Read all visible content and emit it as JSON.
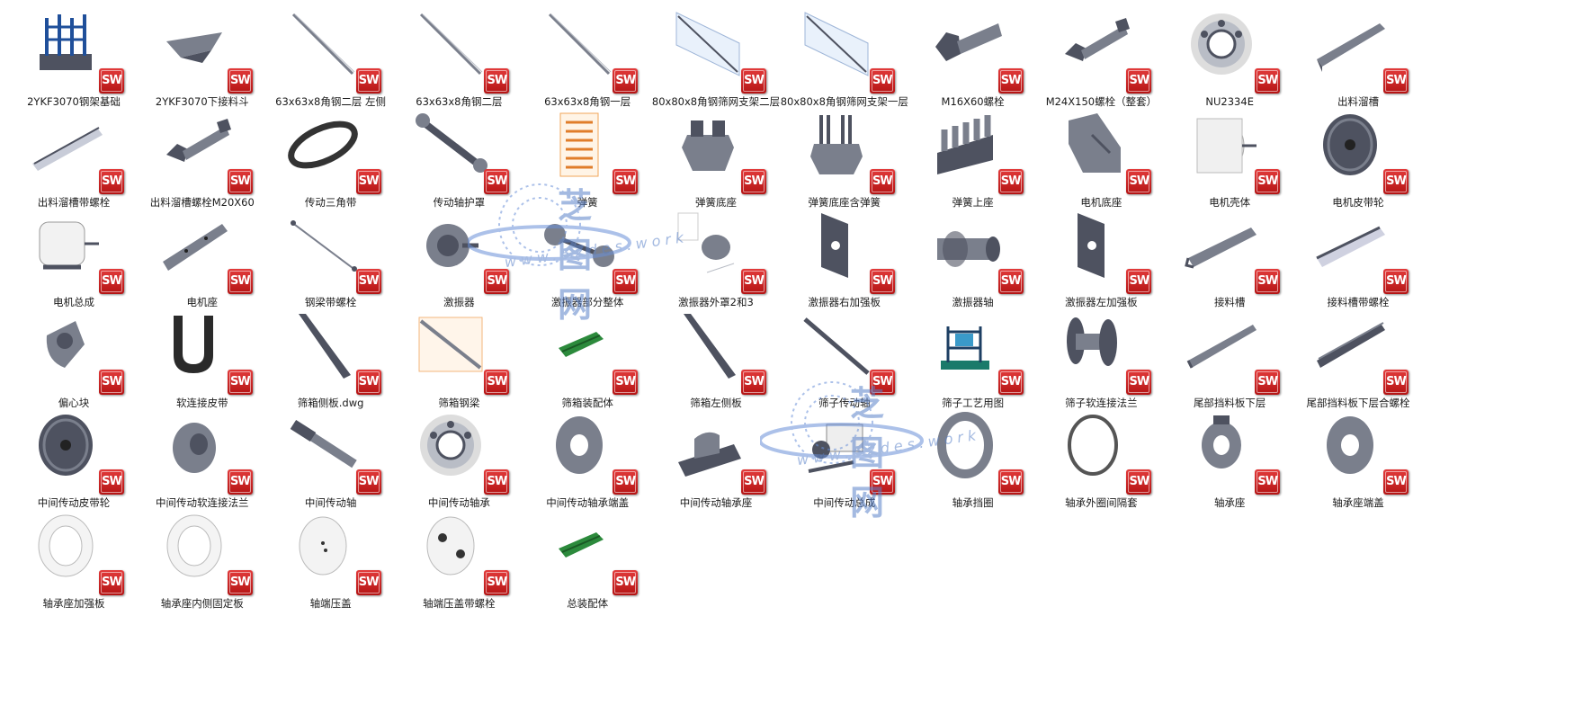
{
  "badge_text": "SW",
  "watermark": {
    "name": "芝图网",
    "url": "www.52des.work"
  },
  "files": [
    {
      "label": "2YKF3070钢架基础",
      "icon": "steel-frame-icon"
    },
    {
      "label": "2YKF3070下接料斗",
      "icon": "hopper-icon"
    },
    {
      "label": "63x63x8角钢二层 左侧",
      "icon": "angle-steel-icon"
    },
    {
      "label": "63x63x8角钢二层",
      "icon": "angle-steel-icon"
    },
    {
      "label": "63x63x8角钢一层",
      "icon": "angle-steel-icon"
    },
    {
      "label": "80x80x8角钢筛网支架二层",
      "icon": "screen-bracket-icon"
    },
    {
      "label": "80x80x8角钢筛网支架一层",
      "icon": "screen-bracket-icon"
    },
    {
      "label": "M16X60螺栓",
      "icon": "bolt-icon"
    },
    {
      "label": "M24X150螺栓（整套）",
      "icon": "bolt-set-icon"
    },
    {
      "label": "NU2334E",
      "icon": "bearing-icon"
    },
    {
      "label": "出料溜槽",
      "icon": "chute-icon"
    },
    {
      "label": "出料溜槽带螺栓",
      "icon": "chute-bolt-icon"
    },
    {
      "label": "出料溜槽螺栓M20X60",
      "icon": "bolt-set-icon"
    },
    {
      "label": "传动三角带",
      "icon": "v-belt-icon"
    },
    {
      "label": "传动轴护罩",
      "icon": "shaft-guard-icon"
    },
    {
      "label": "弹簧",
      "icon": "spring-icon"
    },
    {
      "label": "弹簧底座",
      "icon": "spring-base-icon"
    },
    {
      "label": "弹簧底座含弹簧",
      "icon": "spring-base-with-spring-icon"
    },
    {
      "label": "弹簧上座",
      "icon": "spring-top-seat-icon"
    },
    {
      "label": "电机底座",
      "icon": "motor-base-icon"
    },
    {
      "label": "电机壳体",
      "icon": "motor-housing-icon"
    },
    {
      "label": "电机皮带轮",
      "icon": "pulley-icon"
    },
    {
      "label": "电机总成",
      "icon": "motor-assembly-icon"
    },
    {
      "label": "电机座",
      "icon": "motor-seat-icon"
    },
    {
      "label": "钢梁带螺栓",
      "icon": "steel-beam-bolt-icon"
    },
    {
      "label": "激振器",
      "icon": "exciter-icon"
    },
    {
      "label": "激振器部分整体",
      "icon": "exciter-assembly-icon"
    },
    {
      "label": "激振器外罩2和3",
      "icon": "exciter-cover-icon"
    },
    {
      "label": "激振器右加强板",
      "icon": "reinforcing-plate-icon"
    },
    {
      "label": "激振器轴",
      "icon": "exciter-shaft-icon"
    },
    {
      "label": "激振器左加强板",
      "icon": "reinforcing-plate-icon"
    },
    {
      "label": "接料槽",
      "icon": "receiving-trough-icon"
    },
    {
      "label": "接料槽带螺栓",
      "icon": "receiving-trough-bolt-icon"
    },
    {
      "label": "偏心块",
      "icon": "eccentric-block-icon"
    },
    {
      "label": "软连接皮带",
      "icon": "flexible-belt-icon"
    },
    {
      "label": "筛箱侧板.dwg",
      "icon": "side-plate-icon"
    },
    {
      "label": "筛箱钢梁",
      "icon": "screen-beam-icon"
    },
    {
      "label": "筛箱装配体",
      "icon": "screen-box-assembly-icon"
    },
    {
      "label": "筛箱左侧板",
      "icon": "side-plate-icon"
    },
    {
      "label": "筛子传动轴",
      "icon": "drive-shaft-icon"
    },
    {
      "label": "筛子工艺用图",
      "icon": "process-drawing-icon"
    },
    {
      "label": "筛子软连接法兰",
      "icon": "flange-connector-icon"
    },
    {
      "label": "尾部挡料板下层",
      "icon": "baffle-plate-icon"
    },
    {
      "label": "尾部挡料板下层合螺栓",
      "icon": "baffle-plate-bolt-icon"
    },
    {
      "label": "中间传动皮带轮",
      "icon": "pulley-icon"
    },
    {
      "label": "中间传动软连接法兰",
      "icon": "flange-icon"
    },
    {
      "label": "中间传动轴",
      "icon": "transmission-shaft-icon"
    },
    {
      "label": "中间传动轴承",
      "icon": "bearing-icon"
    },
    {
      "label": "中间传动轴承端盖",
      "icon": "end-cap-icon"
    },
    {
      "label": "中间传动轴承座",
      "icon": "bearing-seat-icon"
    },
    {
      "label": "中间传动总成",
      "icon": "transmission-assembly-icon"
    },
    {
      "label": "轴承挡圈",
      "icon": "retaining-ring-icon"
    },
    {
      "label": "轴承外圈间隔套",
      "icon": "spacer-ring-icon"
    },
    {
      "label": "轴承座",
      "icon": "bearing-housing-icon"
    },
    {
      "label": "轴承座端盖",
      "icon": "end-cap-icon"
    },
    {
      "label": "轴承座加强板",
      "icon": "ring-plate-icon"
    },
    {
      "label": "轴承座内侧固定板",
      "icon": "ring-plate-icon"
    },
    {
      "label": "轴端压盖",
      "icon": "shaft-cover-icon"
    },
    {
      "label": "轴端压盖带螺栓",
      "icon": "shaft-cover-bolt-icon"
    },
    {
      "label": "总装配体",
      "icon": "screen-box-assembly-icon"
    }
  ]
}
